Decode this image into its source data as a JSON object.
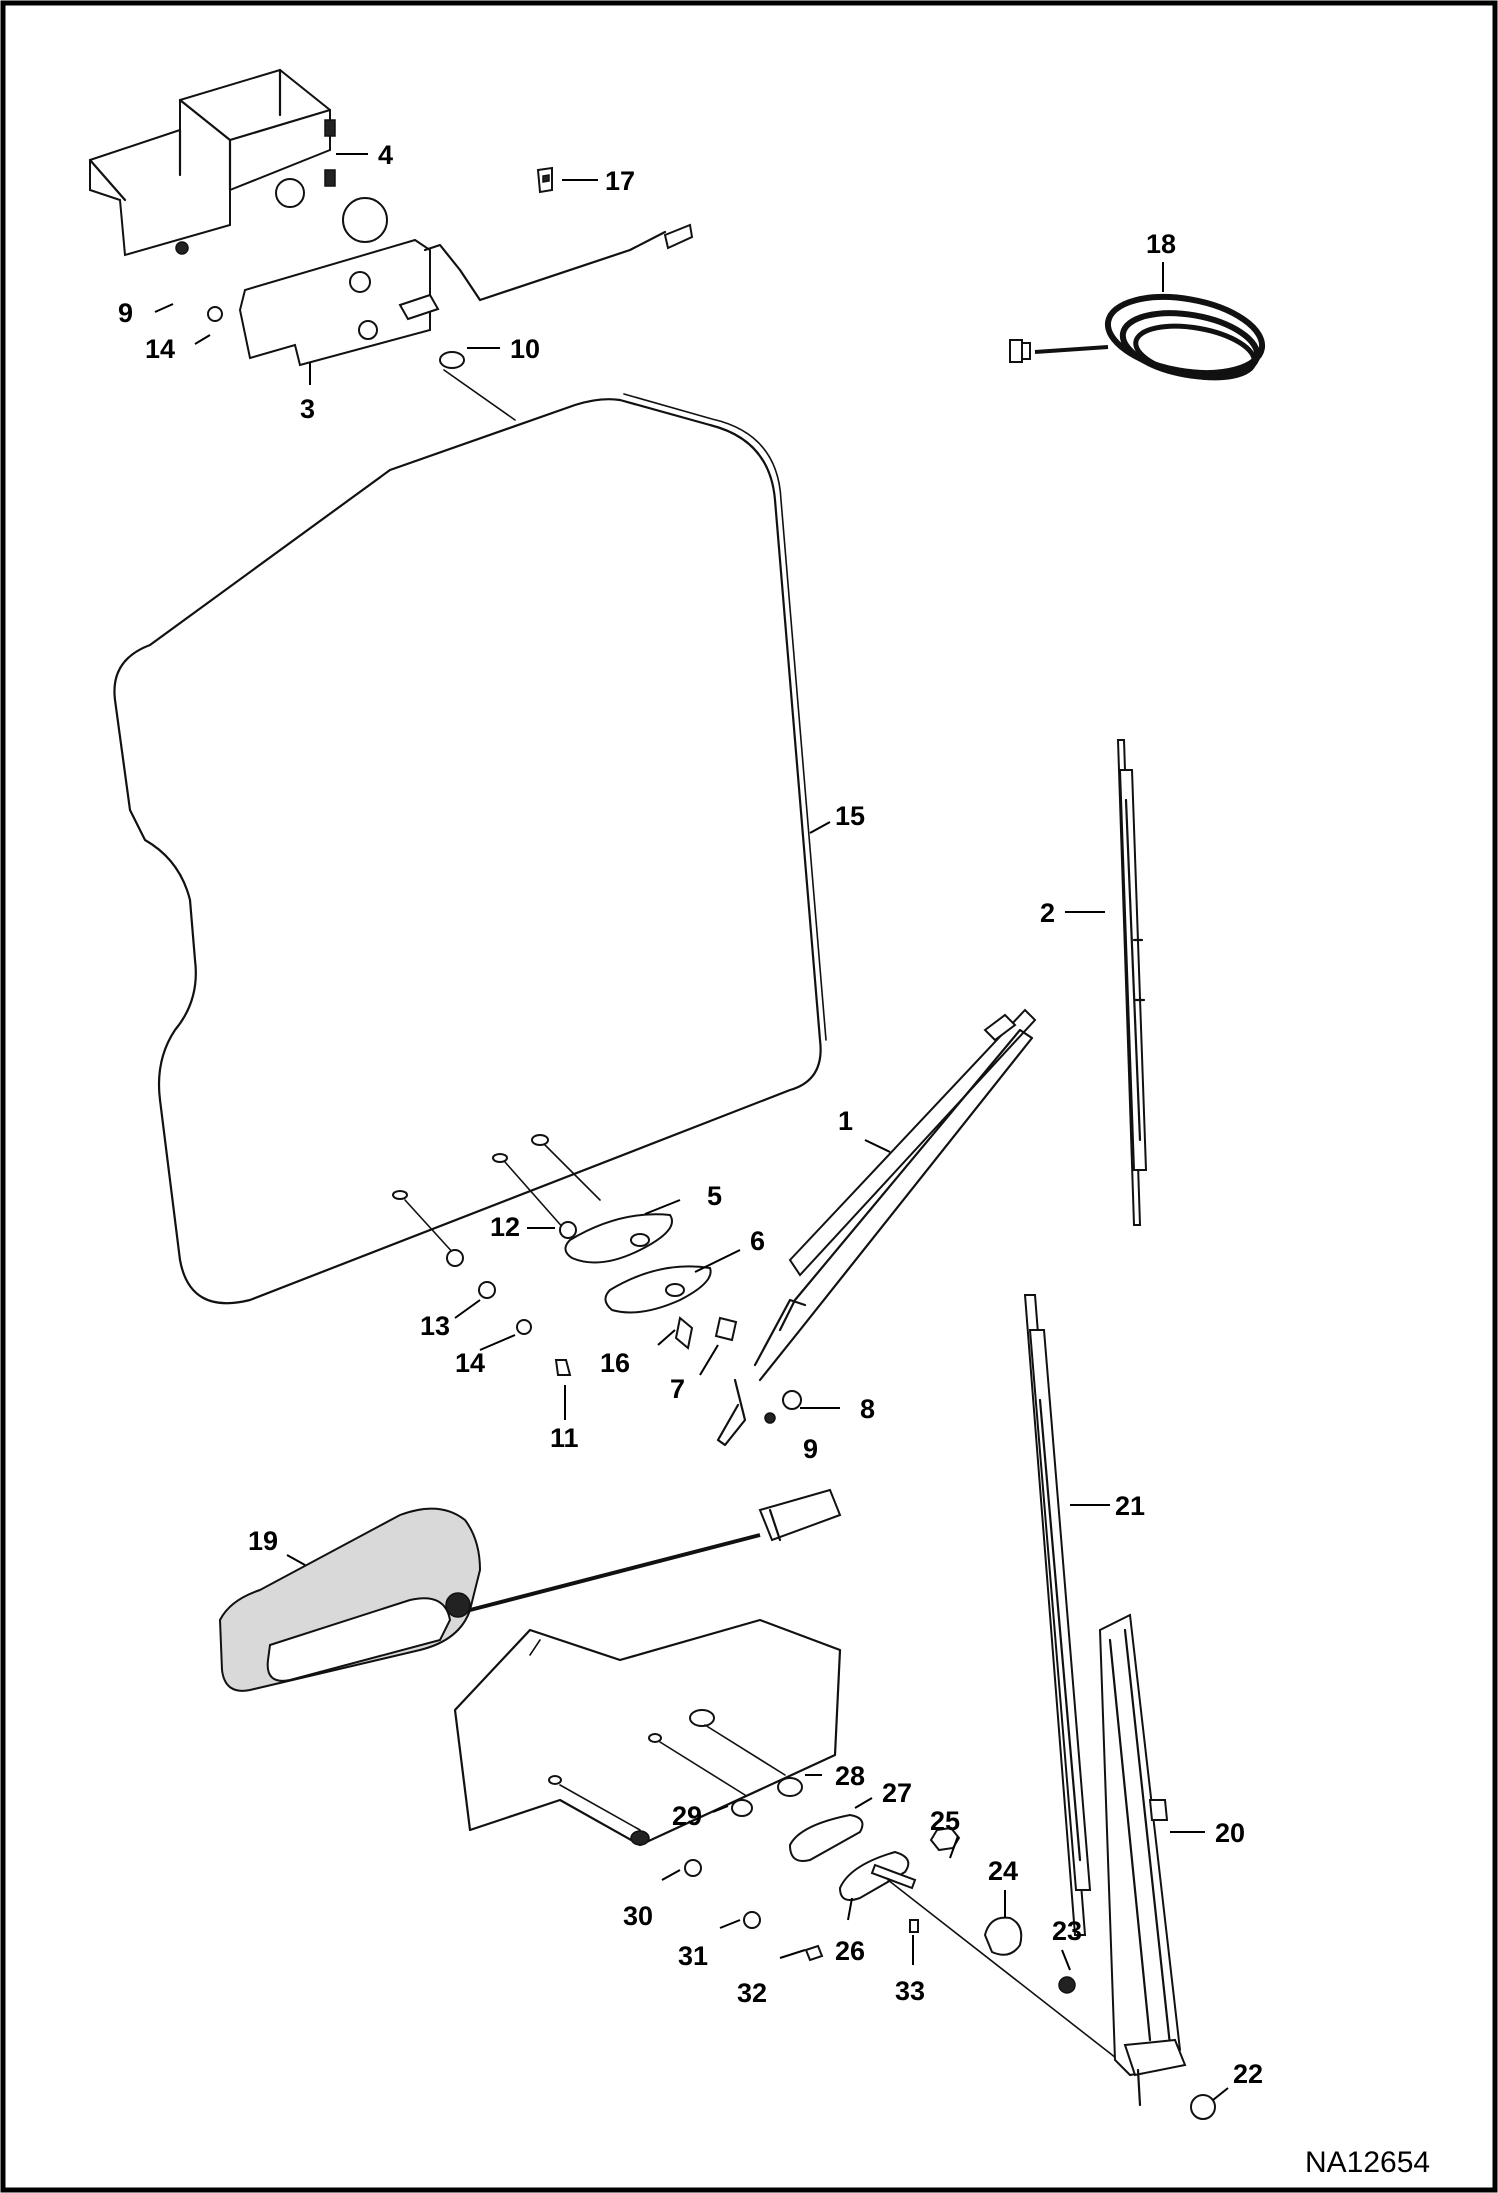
{
  "diagram_id": "NA12654",
  "callouts": [
    {
      "n": "1"
    },
    {
      "n": "2"
    },
    {
      "n": "3"
    },
    {
      "n": "4"
    },
    {
      "n": "5"
    },
    {
      "n": "6"
    },
    {
      "n": "7"
    },
    {
      "n": "8"
    },
    {
      "n": "9"
    },
    {
      "n": "9"
    },
    {
      "n": "10"
    },
    {
      "n": "11"
    },
    {
      "n": "12"
    },
    {
      "n": "13"
    },
    {
      "n": "14"
    },
    {
      "n": "14"
    },
    {
      "n": "15"
    },
    {
      "n": "16"
    },
    {
      "n": "17"
    },
    {
      "n": "18"
    },
    {
      "n": "19"
    },
    {
      "n": "20"
    },
    {
      "n": "21"
    },
    {
      "n": "22"
    },
    {
      "n": "23"
    },
    {
      "n": "24"
    },
    {
      "n": "25"
    },
    {
      "n": "26"
    },
    {
      "n": "27"
    },
    {
      "n": "28"
    },
    {
      "n": "29"
    },
    {
      "n": "30"
    },
    {
      "n": "31"
    },
    {
      "n": "32"
    },
    {
      "n": "33"
    }
  ]
}
